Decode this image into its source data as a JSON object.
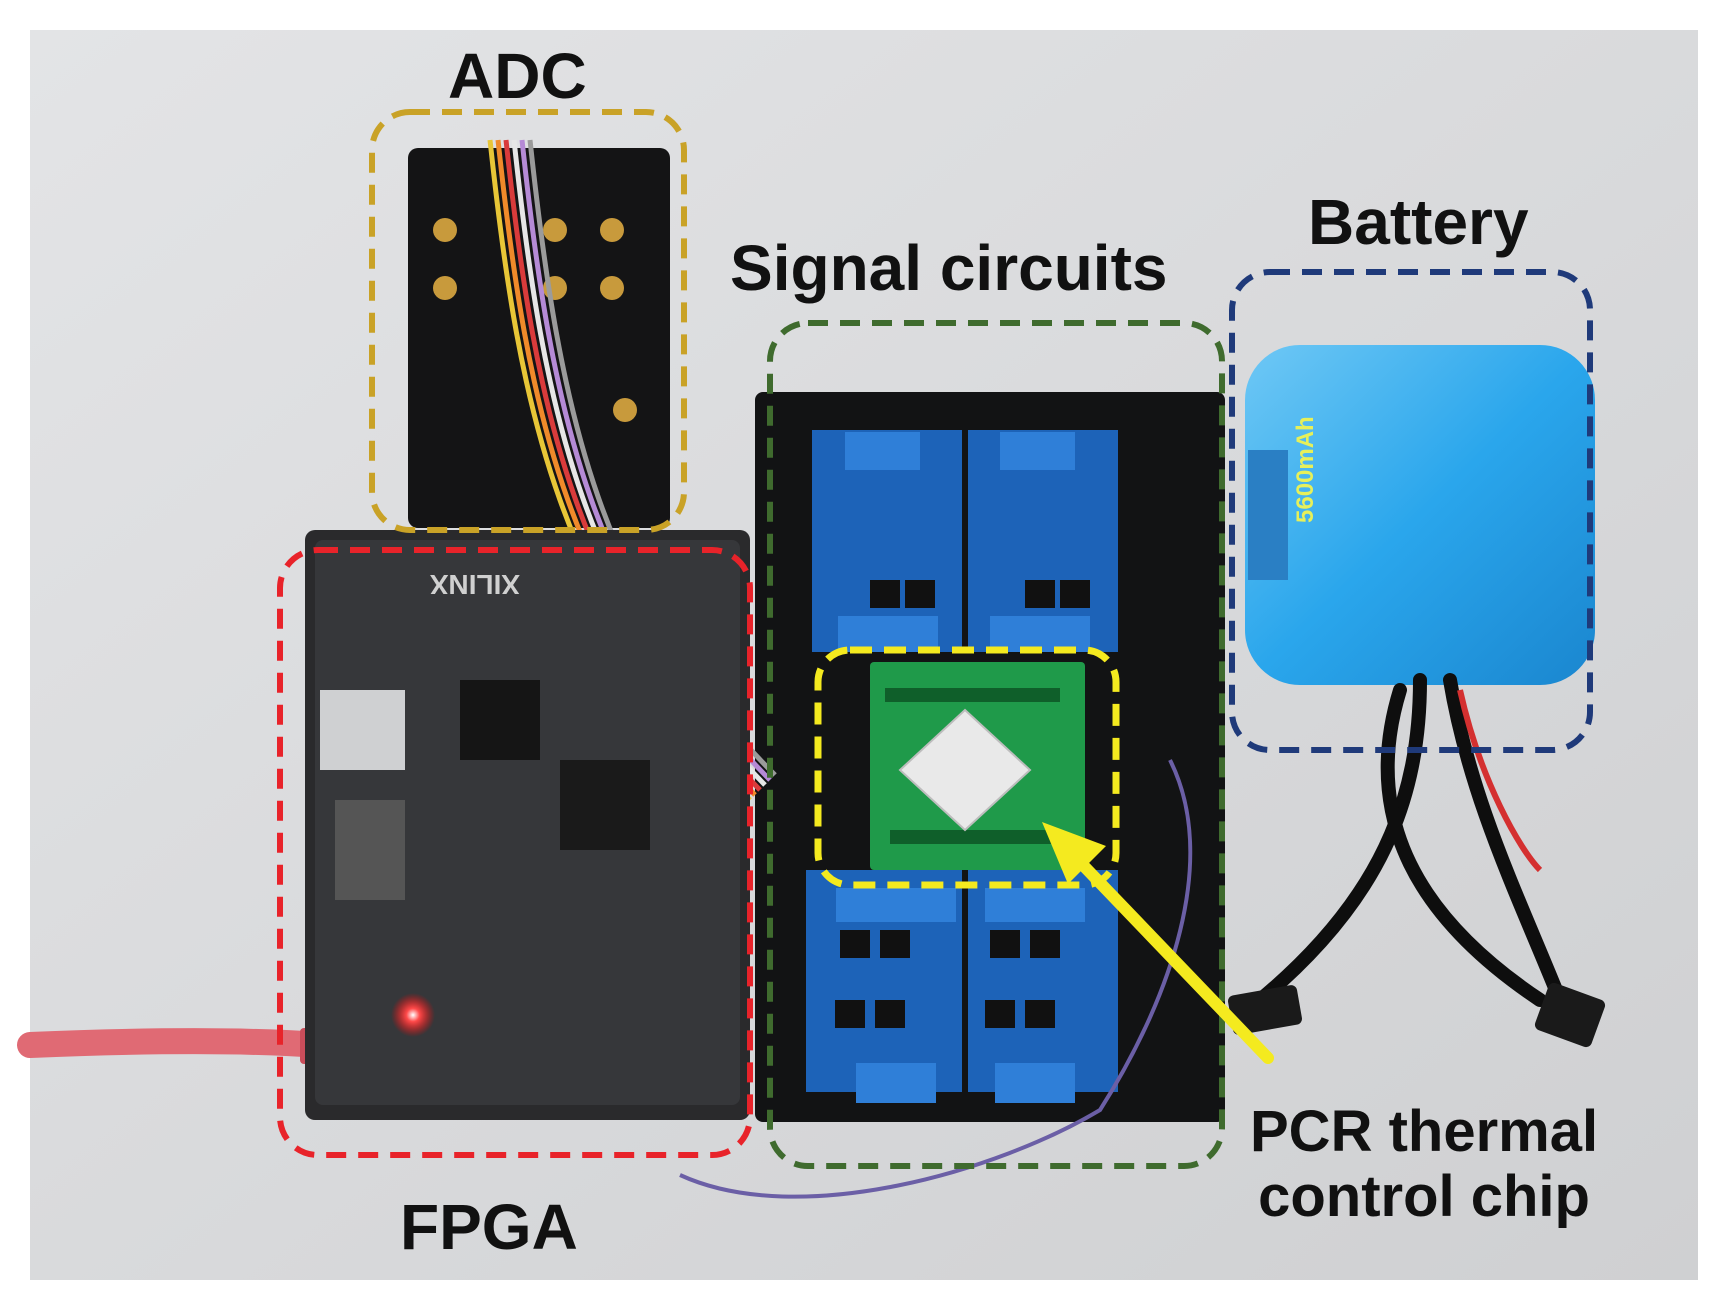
{
  "labels": {
    "adc": "ADC",
    "signal_circuits": "Signal circuits",
    "battery": "Battery",
    "fpga": "FPGA",
    "pcr_line1": "PCR thermal",
    "pcr_line2": "control chip"
  },
  "board_text": {
    "xilinx": "XILINX",
    "battery_capacity": "5600mAh"
  },
  "colors": {
    "background": "#ffffff",
    "photo_bg": "#d9dadc",
    "adc_box": "#c9a227",
    "signal_box": "#3f6b2e",
    "battery_box": "#1f3a7a",
    "fpga_box": "#e8232a",
    "chip_box": "#f4ea1f",
    "arrow": "#f4ea1f"
  }
}
